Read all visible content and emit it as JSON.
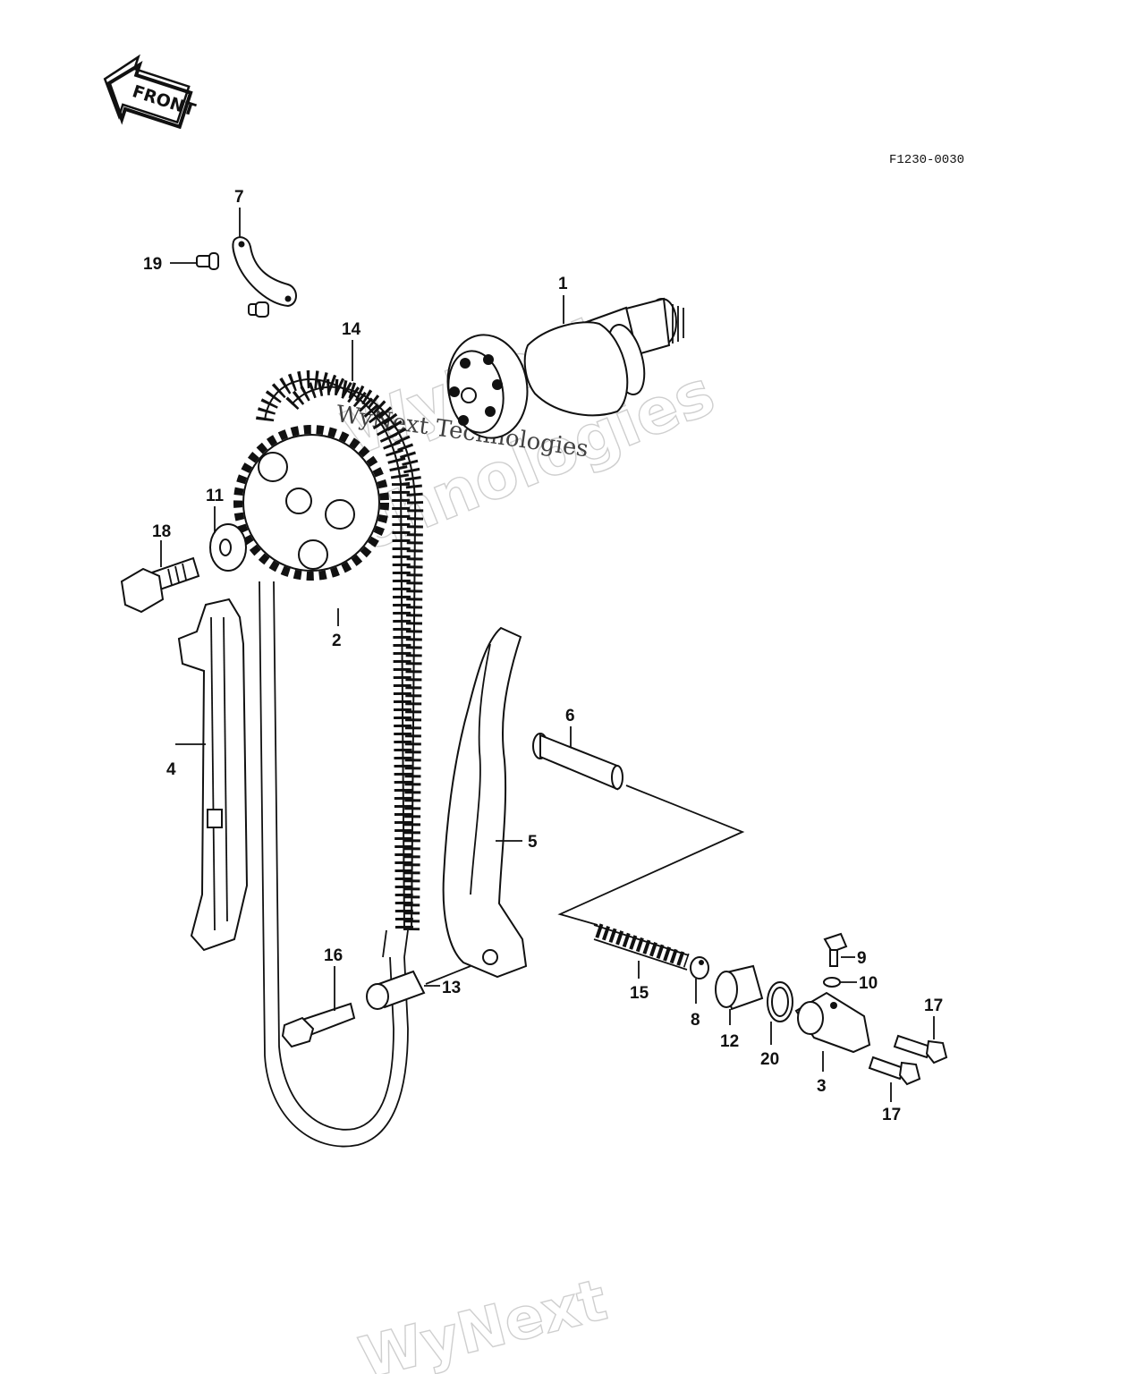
{
  "diagram": {
    "front_label": "FRONT",
    "reference_code": "F1230-0030",
    "watermark_outline": "WyNext Technologies",
    "watermark_outline_line1": "WyNext",
    "watermark_outline_line2": "Technologies",
    "watermark_serif": "WyNext Technologies",
    "watermark_bottom": "WyNext",
    "callouts": [
      {
        "id": "1"
      },
      {
        "id": "2"
      },
      {
        "id": "3"
      },
      {
        "id": "4"
      },
      {
        "id": "5"
      },
      {
        "id": "6"
      },
      {
        "id": "7"
      },
      {
        "id": "8"
      },
      {
        "id": "9"
      },
      {
        "id": "10"
      },
      {
        "id": "11"
      },
      {
        "id": "12"
      },
      {
        "id": "13"
      },
      {
        "id": "14"
      },
      {
        "id": "15"
      },
      {
        "id": "16"
      },
      {
        "id": "17"
      },
      {
        "id": "17"
      },
      {
        "id": "18"
      },
      {
        "id": "19"
      },
      {
        "id": "20"
      }
    ],
    "parts": [
      "camshaft",
      "camshaft-sprocket",
      "chain-tensioner-body",
      "chain-guide-front",
      "chain-guide-rear",
      "pin",
      "plate",
      "steel-ball",
      "bolt",
      "washer",
      "washer",
      "push-rod",
      "collar",
      "cam-chain",
      "spring",
      "bolt",
      "bolt",
      "bolt",
      "bolt",
      "screw",
      "o-ring"
    ]
  }
}
